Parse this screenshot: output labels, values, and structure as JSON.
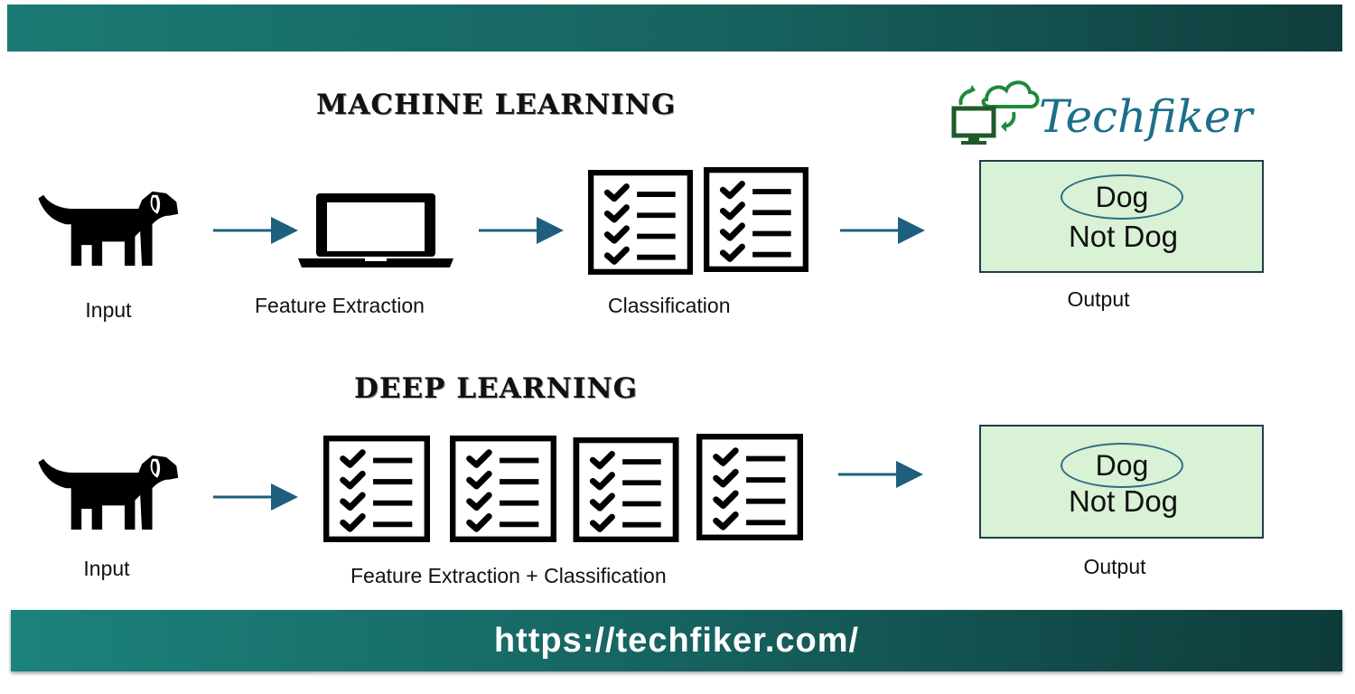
{
  "header": {
    "accent": "#1a7a74"
  },
  "brand": {
    "name": "Techfiker",
    "logo_icon": "cloud-monitor-sync-icon",
    "color": "#1c6f8a"
  },
  "machine_learning": {
    "title": "MACHINE LEARNING",
    "input_label": "Input",
    "feature_label": "Feature Extraction",
    "classification_label": "Classification",
    "output": {
      "label": "Output",
      "option_selected": "Dog",
      "option_other": "Not Dog"
    }
  },
  "deep_learning": {
    "title": "DEEP LEARNING",
    "input_label": "Input",
    "combined_label": "Feature Extraction + Classification",
    "output": {
      "label": "Output",
      "option_selected": "Dog",
      "option_other": "Not Dog"
    }
  },
  "footer": {
    "url": "https://techfiker.com/"
  },
  "colors": {
    "arrow": "#1e5f7e",
    "output_fill": "#d9f1d5",
    "output_border": "#1f3d4c"
  }
}
